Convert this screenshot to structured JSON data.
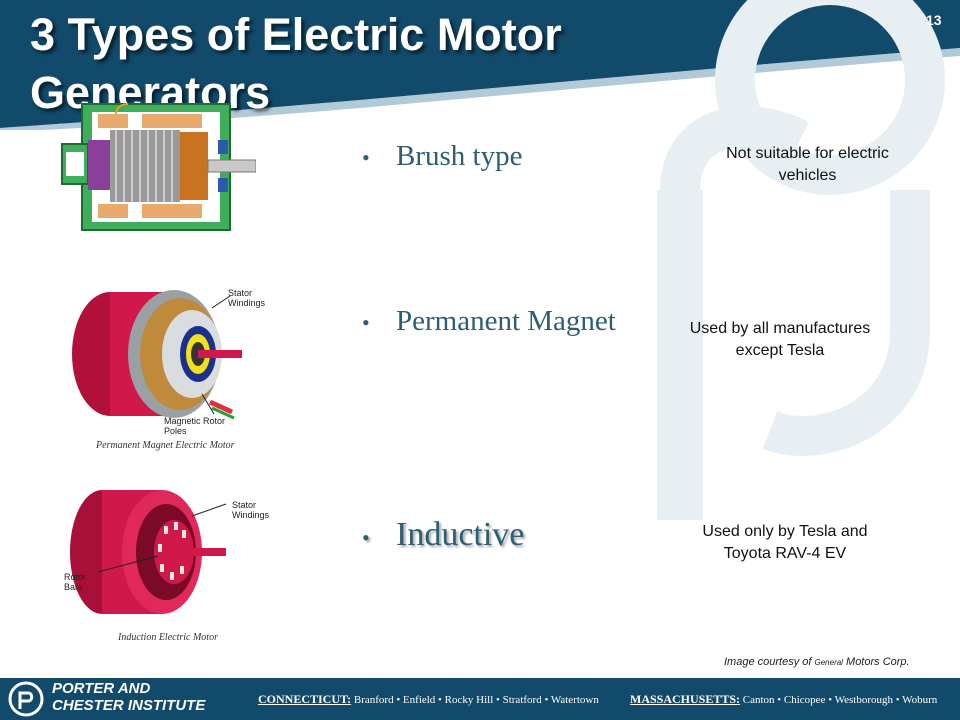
{
  "slide": {
    "title": "3 Types of Electric Motor Generators",
    "number": "13"
  },
  "motors": [
    {
      "label": "Brush type",
      "note": "Not suitable for electric vehicles",
      "image_caption": ""
    },
    {
      "label": "Permanent Magnet",
      "note": "Used by all manufactures except Tesla",
      "image_caption": "Permanent Magnet Electric Motor",
      "image_labels": [
        "Stator Windings",
        "Magnetic Rotor Poles"
      ]
    },
    {
      "label": "Inductive",
      "note": "Used only by Tesla and Toyota RAV-4 EV",
      "image_caption": "Induction Electric Motor",
      "image_labels": [
        "Stator Windings",
        "Rotor Bars"
      ]
    }
  ],
  "credit": {
    "prefix": "Image courtesy of",
    "company_small": "General",
    "suffix": "Motors Corp."
  },
  "footer": {
    "brand_line1": "PORTER AND",
    "brand_line2": "CHESTER INSTITUTE",
    "ct_label": "CONNECTICUT:",
    "ct_locations": "Branford • Enfield • Rocky Hill • Stratford • Watertown",
    "ma_label": "MASSACHUSETTS:",
    "ma_locations": "Canton • Chicopee • Westborough • Woburn"
  },
  "colors": {
    "header_band": "#114a6a",
    "bullet_text": "#2e5e72",
    "watermark": "#e7eff3"
  }
}
